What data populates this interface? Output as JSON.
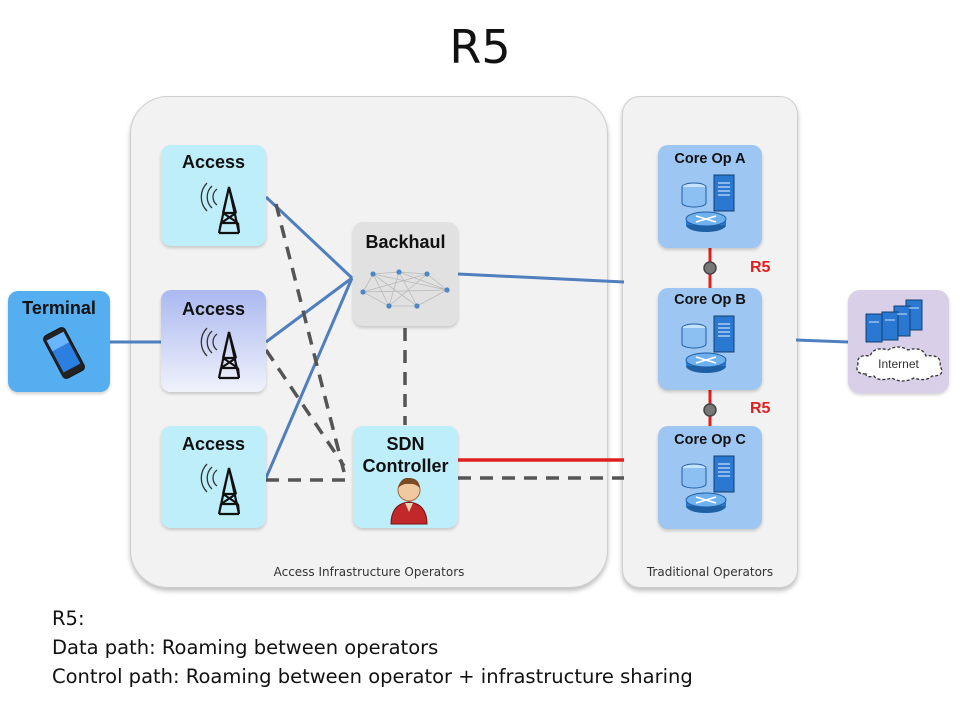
{
  "title": "R5",
  "regions": {
    "access_infrastructure": "Access Infrastructure Operators",
    "traditional": "Traditional Operators"
  },
  "nodes": {
    "terminal": "Terminal",
    "access_1": "Access",
    "access_2": "Access",
    "access_3": "Access",
    "backhaul": "Backhaul",
    "sdn_line1": "SDN",
    "sdn_line2": "Controller",
    "core_a": "Core Op A",
    "core_b": "Core Op B",
    "core_c": "Core Op C",
    "internet": "Internet"
  },
  "link_labels": {
    "r5_top": "R5",
    "r5_bottom": "R5"
  },
  "caption": {
    "line1": "R5:",
    "line2": "Data path: Roaming between operators",
    "line3": "Control path: Roaming between operator + infrastructure sharing"
  },
  "colors": {
    "data_link": "#4f7fbf",
    "control_link": "#555555",
    "r5_link": "#e02020",
    "access": "#bdeefa",
    "core": "#9dc6f2",
    "terminal": "#55aef0"
  }
}
